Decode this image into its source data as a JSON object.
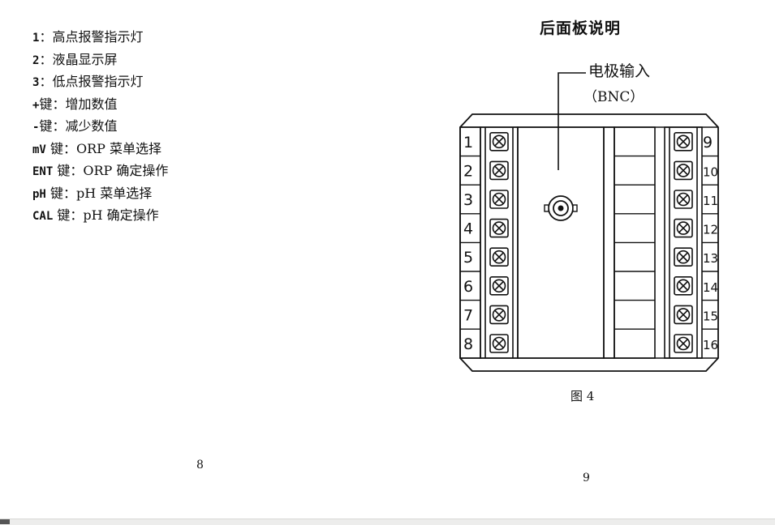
{
  "left_page": {
    "legend": [
      {
        "key": "1",
        "desc": "：高点报警指示灯"
      },
      {
        "key": "2",
        "desc": "：液晶显示屏"
      },
      {
        "key": "3",
        "desc": "：低点报警指示灯"
      },
      {
        "key": "+",
        "desc": "键：增加数值"
      },
      {
        "key": "-",
        "desc": "键：减少数值"
      },
      {
        "key": "mV",
        "desc": " 键：ORP 菜单选择"
      },
      {
        "key": "ENT",
        "desc": " 键：ORP 确定操作"
      },
      {
        "key": "pH",
        "desc": " 键：pH 菜单选择"
      },
      {
        "key": "CAL",
        "desc": " 键：pH 确定操作"
      }
    ],
    "page_number": "8"
  },
  "right_page": {
    "title": "后面板说明",
    "connector_label": "电极输入",
    "connector_type": "（BNC）",
    "left_terminals": [
      "1",
      "2",
      "3",
      "4",
      "5",
      "6",
      "7",
      "8"
    ],
    "right_terminals": [
      "9",
      "10",
      "11",
      "12",
      "13",
      "14",
      "15",
      "16"
    ],
    "caption": "图 4",
    "page_number": "9"
  }
}
